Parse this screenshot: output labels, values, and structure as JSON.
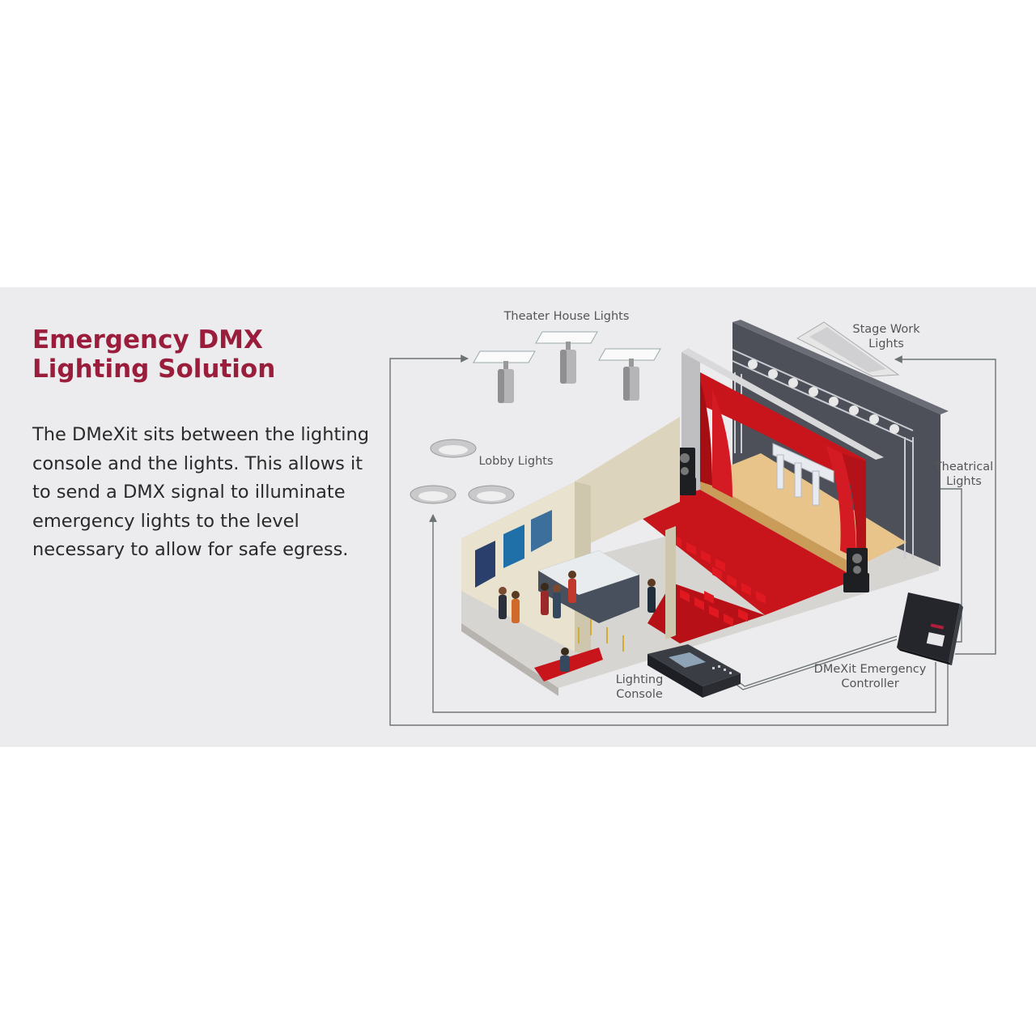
{
  "colors": {
    "accent": "#9a1e3c",
    "banner_bg": "#ececee",
    "connector": "#6d7373",
    "curtain": "#c8141b"
  },
  "heading": "Emergency DMX Lighting Solution",
  "description": "The DMeXit sits between the lighting console and the lights. This allows it to send a DMX signal to illuminate emergency lights to the level necessary to allow for safe egress.",
  "labels": {
    "theater_house_lights": "Theater House Lights",
    "stage_work_lights_1": "Stage Work",
    "stage_work_lights_2": "Lights",
    "lobby_lights": "Lobby Lights",
    "theatrical_lights_1": "Theatrical",
    "theatrical_lights_2": "Lights",
    "lighting_console_1": "Lighting",
    "lighting_console_2": "Console",
    "controller_1": "DMeXit Emergency",
    "controller_2": "Controller"
  }
}
